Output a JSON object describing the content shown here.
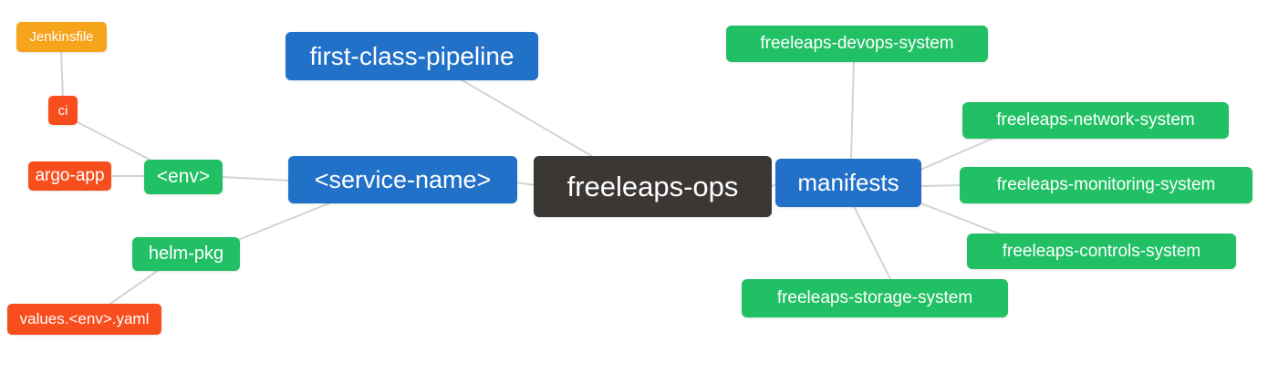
{
  "diagram": {
    "type": "mindmap",
    "background_color": "#FFFFFF",
    "edge_color": "#D3D3D3",
    "colors": {
      "branch_blue": "#2271C8",
      "leaf_green": "#22C065",
      "file_orange": "#F7A41D",
      "file_red": "#F84E1E",
      "root_dark": "#3B3735",
      "text": "#FFFFFF"
    },
    "nodes": [
      {
        "id": "jenkinsfile",
        "label": "Jenkinsfile",
        "color": "#F7A41D"
      },
      {
        "id": "ci",
        "label": "ci",
        "color": "#F84E1E"
      },
      {
        "id": "argo-app",
        "label": "argo-app",
        "color": "#F84E1E"
      },
      {
        "id": "env",
        "label": "<env>",
        "color": "#22C065"
      },
      {
        "id": "first-class-pipeline",
        "label": "first-class-pipeline",
        "color": "#2271C8"
      },
      {
        "id": "service-name",
        "label": "<service-name>",
        "color": "#2271C8"
      },
      {
        "id": "freeleaps-ops",
        "label": "freeleaps-ops",
        "color": "#3B3735"
      },
      {
        "id": "manifests",
        "label": "manifests",
        "color": "#2271C8"
      },
      {
        "id": "freeleaps-devops-system",
        "label": "freeleaps-devops-system",
        "color": "#22C065"
      },
      {
        "id": "freeleaps-network-system",
        "label": "freeleaps-network-system",
        "color": "#22C065"
      },
      {
        "id": "freeleaps-monitoring-system",
        "label": "freeleaps-monitoring-system",
        "color": "#22C065"
      },
      {
        "id": "freeleaps-controls-system",
        "label": "freeleaps-controls-system",
        "color": "#22C065"
      },
      {
        "id": "freeleaps-storage-system",
        "label": "freeleaps-storage-system",
        "color": "#22C065"
      },
      {
        "id": "helm-pkg",
        "label": "helm-pkg",
        "color": "#22C065"
      },
      {
        "id": "values-env-yaml",
        "label": "values.<env>.yaml",
        "color": "#F84E1E"
      }
    ],
    "edges": [
      [
        "jenkinsfile",
        "ci"
      ],
      [
        "ci",
        "env"
      ],
      [
        "argo-app",
        "env"
      ],
      [
        "env",
        "service-name"
      ],
      [
        "service-name",
        "helm-pkg"
      ],
      [
        "helm-pkg",
        "values-env-yaml"
      ],
      [
        "first-class-pipeline",
        "freeleaps-ops"
      ],
      [
        "service-name",
        "freeleaps-ops"
      ],
      [
        "freeleaps-ops",
        "manifests"
      ],
      [
        "manifests",
        "freeleaps-devops-system"
      ],
      [
        "manifests",
        "freeleaps-network-system"
      ],
      [
        "manifests",
        "freeleaps-monitoring-system"
      ],
      [
        "manifests",
        "freeleaps-controls-system"
      ],
      [
        "manifests",
        "freeleaps-storage-system"
      ]
    ]
  }
}
